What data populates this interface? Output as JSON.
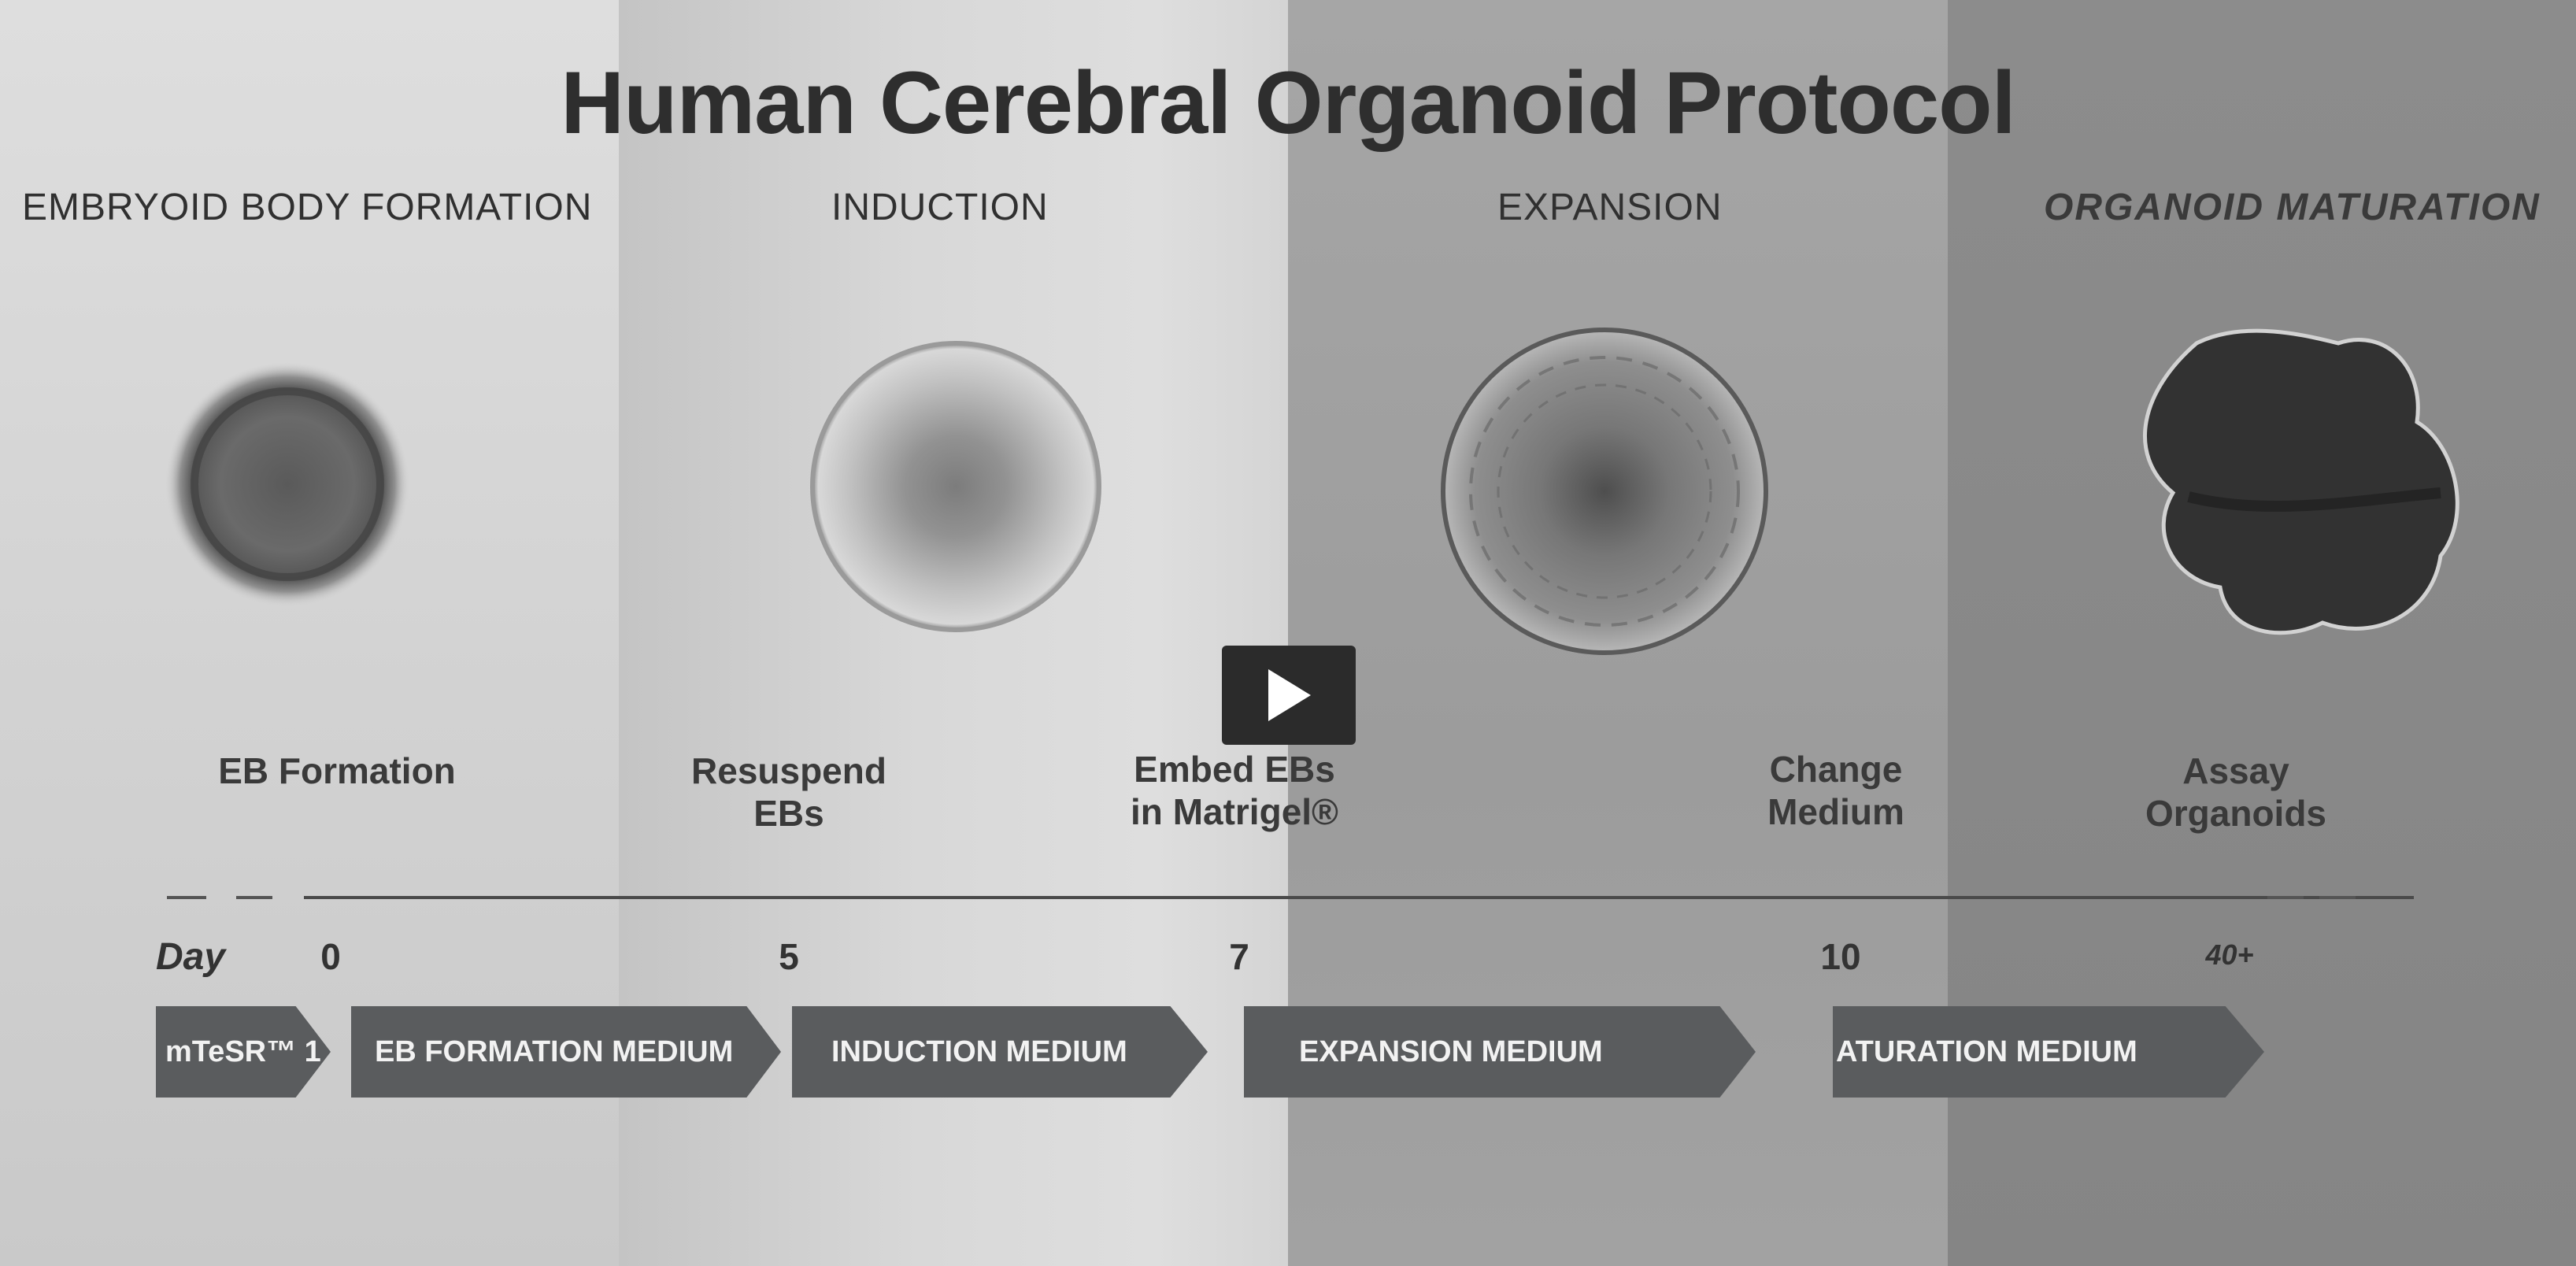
{
  "title": "Human Cerebral Organoid Protocol",
  "stages": [
    {
      "heading": "EMBRYOID BODY FORMATION",
      "italic": false
    },
    {
      "heading": "INDUCTION",
      "italic": false
    },
    {
      "heading": "EXPANSION",
      "italic": false
    },
    {
      "heading": "ORGANOID MATURATION",
      "italic": true
    }
  ],
  "steps": [
    {
      "label": "EB Formation"
    },
    {
      "label": "Resuspend\nEBs"
    },
    {
      "label": "Embed EBs\nin Matrigel®"
    },
    {
      "label": "Change\nMedium"
    },
    {
      "label": "Assay\nOrganoids"
    }
  ],
  "timeline": {
    "day_label": "Day",
    "days": [
      "0",
      "5",
      "7",
      "10",
      "40+"
    ]
  },
  "media": [
    {
      "label": "mTeSR™ 1"
    },
    {
      "label": "EB FORMATION MEDIUM"
    },
    {
      "label": "INDUCTION MEDIUM"
    },
    {
      "label": "EXPANSION MEDIUM"
    },
    {
      "label": "ATURATION MEDIUM"
    }
  ],
  "player": {
    "play_icon": "play-icon"
  },
  "colors": {
    "medium_arrow": "#5a5c5e",
    "play_button": "#2b2b2b"
  }
}
